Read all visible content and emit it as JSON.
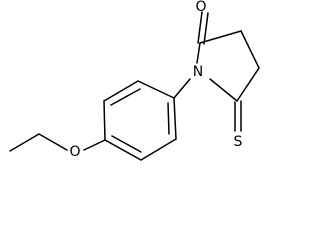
{
  "molecule": {
    "atoms": {
      "oxygen_carbonyl": "O",
      "nitrogen": "N",
      "oxygen_ether": "O",
      "sulfur": "S"
    }
  },
  "colors": {
    "bond": "#000000",
    "label": "#000000",
    "background": "#ffffff"
  }
}
